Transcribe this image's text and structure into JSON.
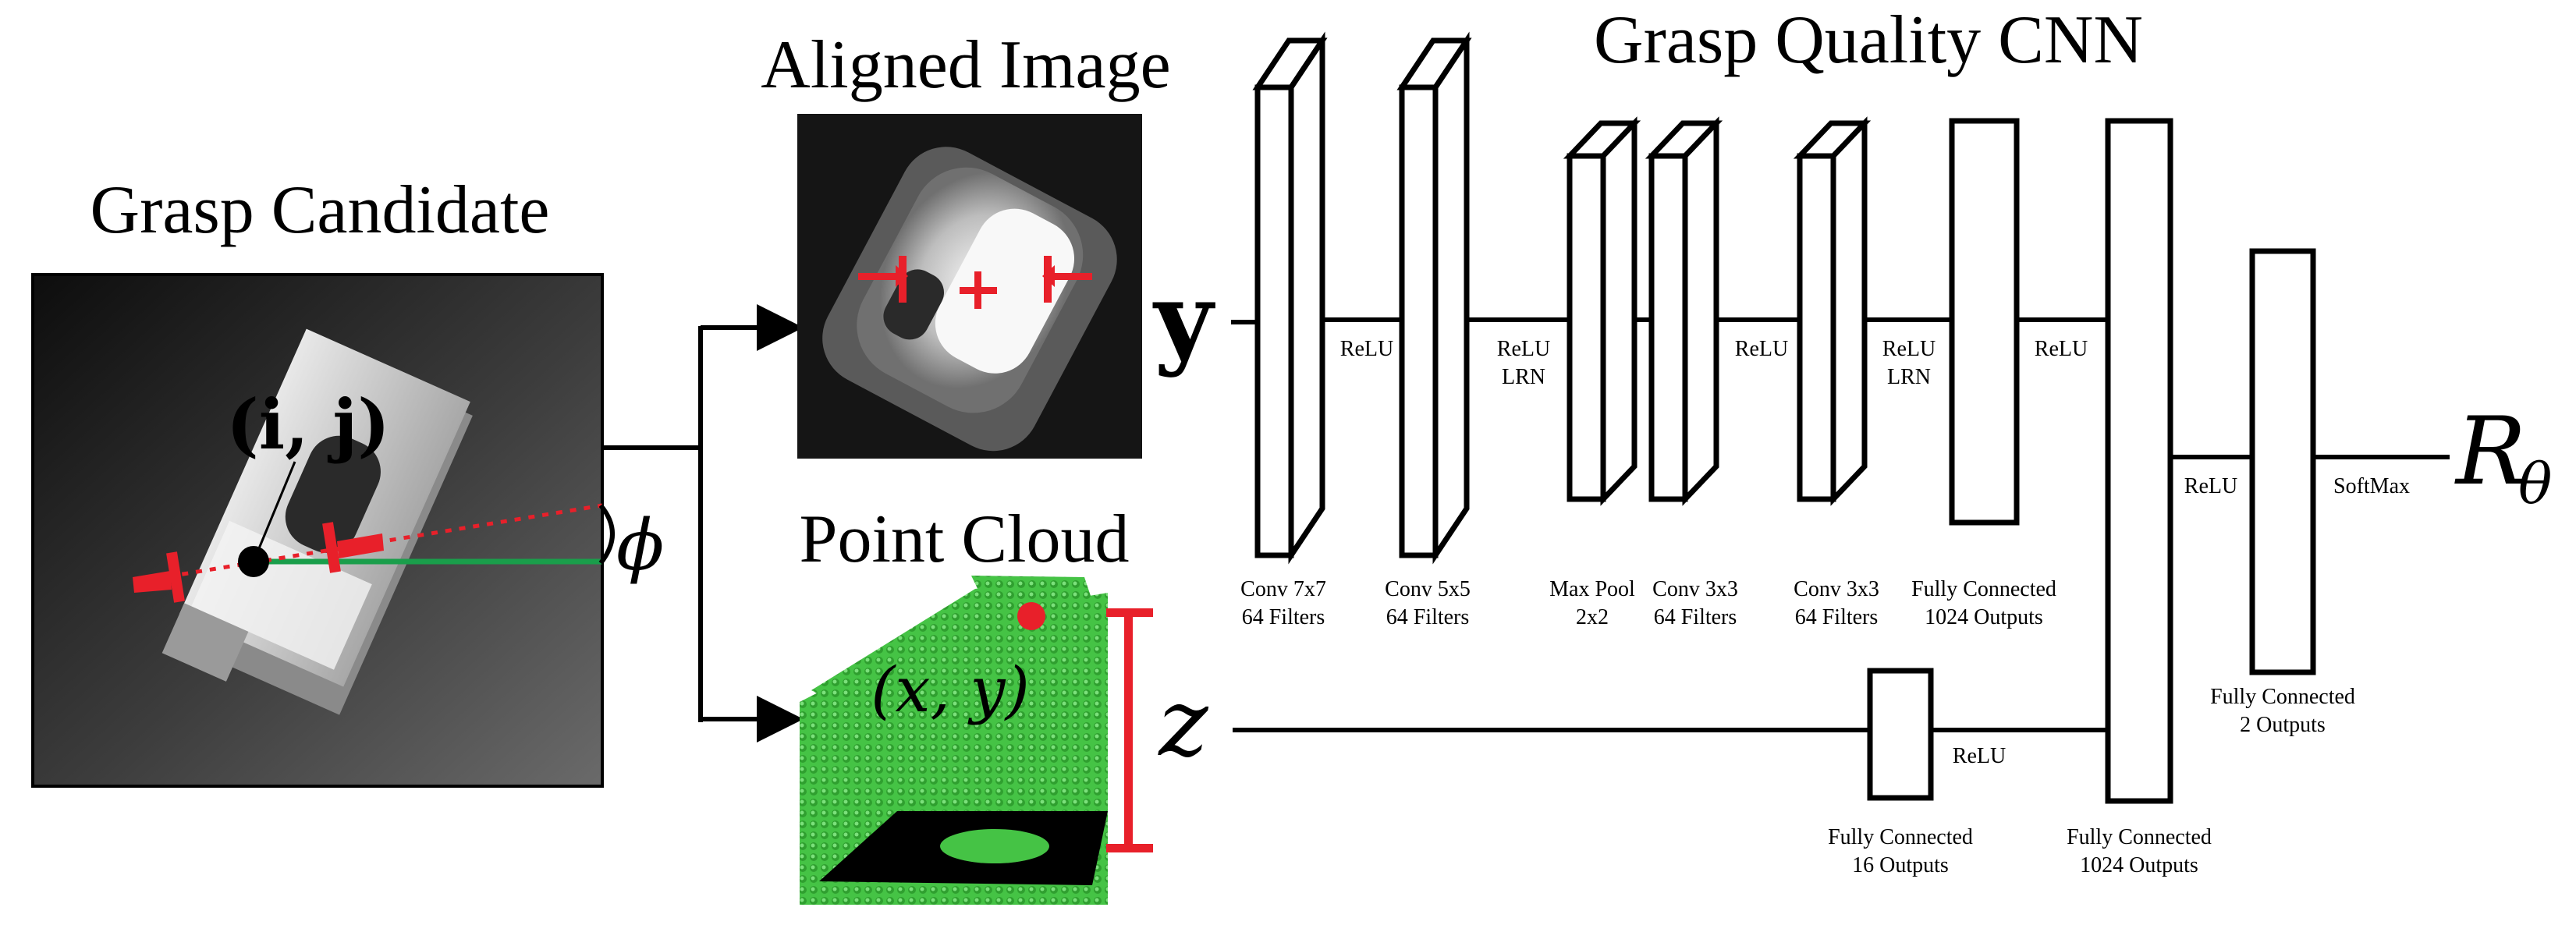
{
  "panels": {
    "grasp_candidate_title": "Grasp Candidate",
    "aligned_image_title": "Aligned Image",
    "point_cloud_title": "Point Cloud",
    "cnn_title": "Grasp Quality CNN"
  },
  "math": {
    "center": "(i, j)",
    "angle": "ϕ",
    "xy": "(x, y)",
    "image_input": "y",
    "depth_input": "z",
    "output": "R",
    "output_sub": "θ"
  },
  "layers": {
    "conv1": [
      "Conv 7x7",
      "64 Filters"
    ],
    "conv2": [
      "Conv 5x5",
      "64 Filters"
    ],
    "pool": [
      "Max Pool",
      "2x2"
    ],
    "conv3": [
      "Conv 3x3",
      "64 Filters"
    ],
    "conv4": [
      "Conv 3x3",
      "64 Filters"
    ],
    "fc1": [
      "Fully Connected",
      "1024 Outputs"
    ],
    "fcz": [
      "Fully Connected",
      "16 Outputs"
    ],
    "fc_merge": [
      "Fully Connected",
      "1024 Outputs"
    ],
    "fc_out": [
      "Fully Connected",
      "2 Outputs"
    ]
  },
  "activations": {
    "a1": "ReLU",
    "a2": [
      "ReLU",
      "LRN"
    ],
    "a3": "ReLU",
    "a4": [
      "ReLU",
      "LRN"
    ],
    "a5": "ReLU",
    "az": "ReLU",
    "a6": "ReLU",
    "a7": "SoftMax"
  },
  "colors": {
    "grasp_red": "#e8202a",
    "axis_green": "#1a9e4b",
    "cloud_green": "#3cc33c",
    "ink": "#000000"
  }
}
